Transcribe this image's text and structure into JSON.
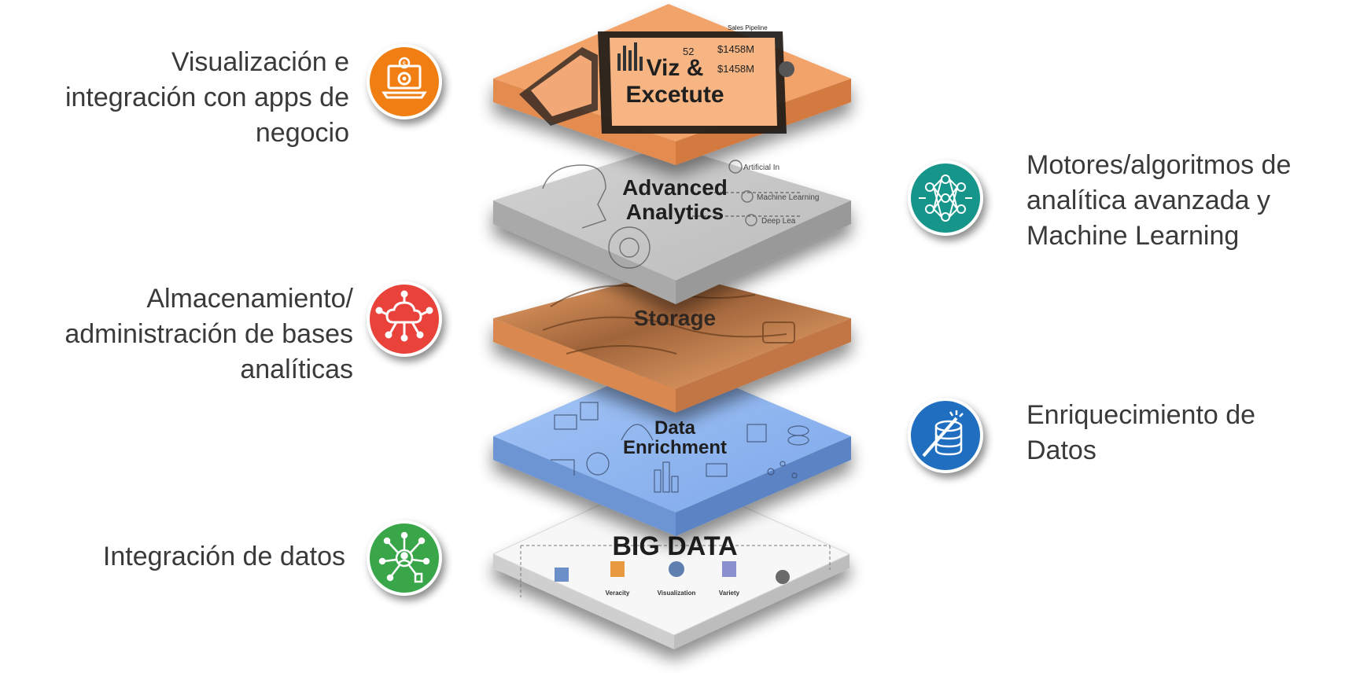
{
  "layers": [
    {
      "key": "viz",
      "title_lines": [
        "Viz &",
        "Excetute"
      ],
      "color": "#f2a36b"
    },
    {
      "key": "analytics",
      "title_lines": [
        "Advanced",
        "Analytics"
      ],
      "color": "#c9c9c9"
    },
    {
      "key": "storage",
      "title_lines": [
        "Storage"
      ],
      "color": "#e89a5c"
    },
    {
      "key": "enrichment",
      "title_lines": [
        "Data",
        "Enrichment"
      ],
      "color": "#8fb6ee"
    },
    {
      "key": "bigdata",
      "title_lines": [
        "BIG DATA"
      ],
      "color": "#f4f4f4",
      "sub_labels": [
        "Veracity",
        "Visualization",
        "Variety"
      ]
    }
  ],
  "viz_screen": {
    "value_52": "52",
    "value_a": "$1458M",
    "value_b": "$1458M",
    "header": "Sales Pipeline"
  },
  "analytics_tags": [
    "Artificial In",
    "Machine Learning",
    "Deep Lea"
  ],
  "annotations": {
    "visualizacion": {
      "lines": [
        "Visualización e",
        "integración con apps de",
        "negocio"
      ],
      "icon": "laptop-gear-icon",
      "color": "#f07e12"
    },
    "motores": {
      "lines": [
        "Motores/algoritmos de",
        "analítica avanzada y",
        "Machine Learning"
      ],
      "icon": "neural-network-icon",
      "color": "#16968a"
    },
    "almacenamiento": {
      "lines": [
        "Almacenamiento/",
        "administración de bases",
        "analíticas"
      ],
      "icon": "cloud-network-icon",
      "color": "#e8423a"
    },
    "enriquecimiento": {
      "lines": [
        "Enriquecimiento de",
        "Datos"
      ],
      "icon": "database-wand-icon",
      "color": "#1f6ec0"
    },
    "integracion": {
      "lines": [
        "Integración de datos"
      ],
      "icon": "data-hub-icon",
      "color": "#3aa64a"
    }
  }
}
